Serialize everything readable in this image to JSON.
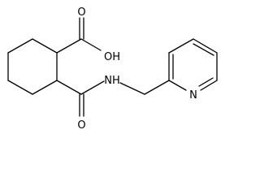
{
  "molecule": {
    "labels": {
      "oh": "OH",
      "nh": "NH",
      "o": "O",
      "n": "N"
    },
    "colors": {
      "bond": "#000000",
      "text": "#000000",
      "background": "#ffffff"
    }
  }
}
